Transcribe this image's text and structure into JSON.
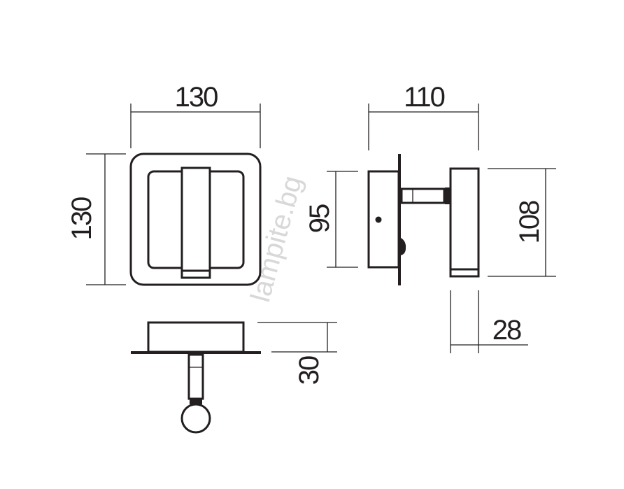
{
  "watermark": "lampite.bg",
  "dimensions": {
    "front_width": "130",
    "front_height": "130",
    "side_depth": "110",
    "side_base_height": "95",
    "side_head_height": "108",
    "side_head_width": "28",
    "bottom_height": "30"
  },
  "colors": {
    "line": "#231f20",
    "watermark": "#d8d8d8"
  }
}
